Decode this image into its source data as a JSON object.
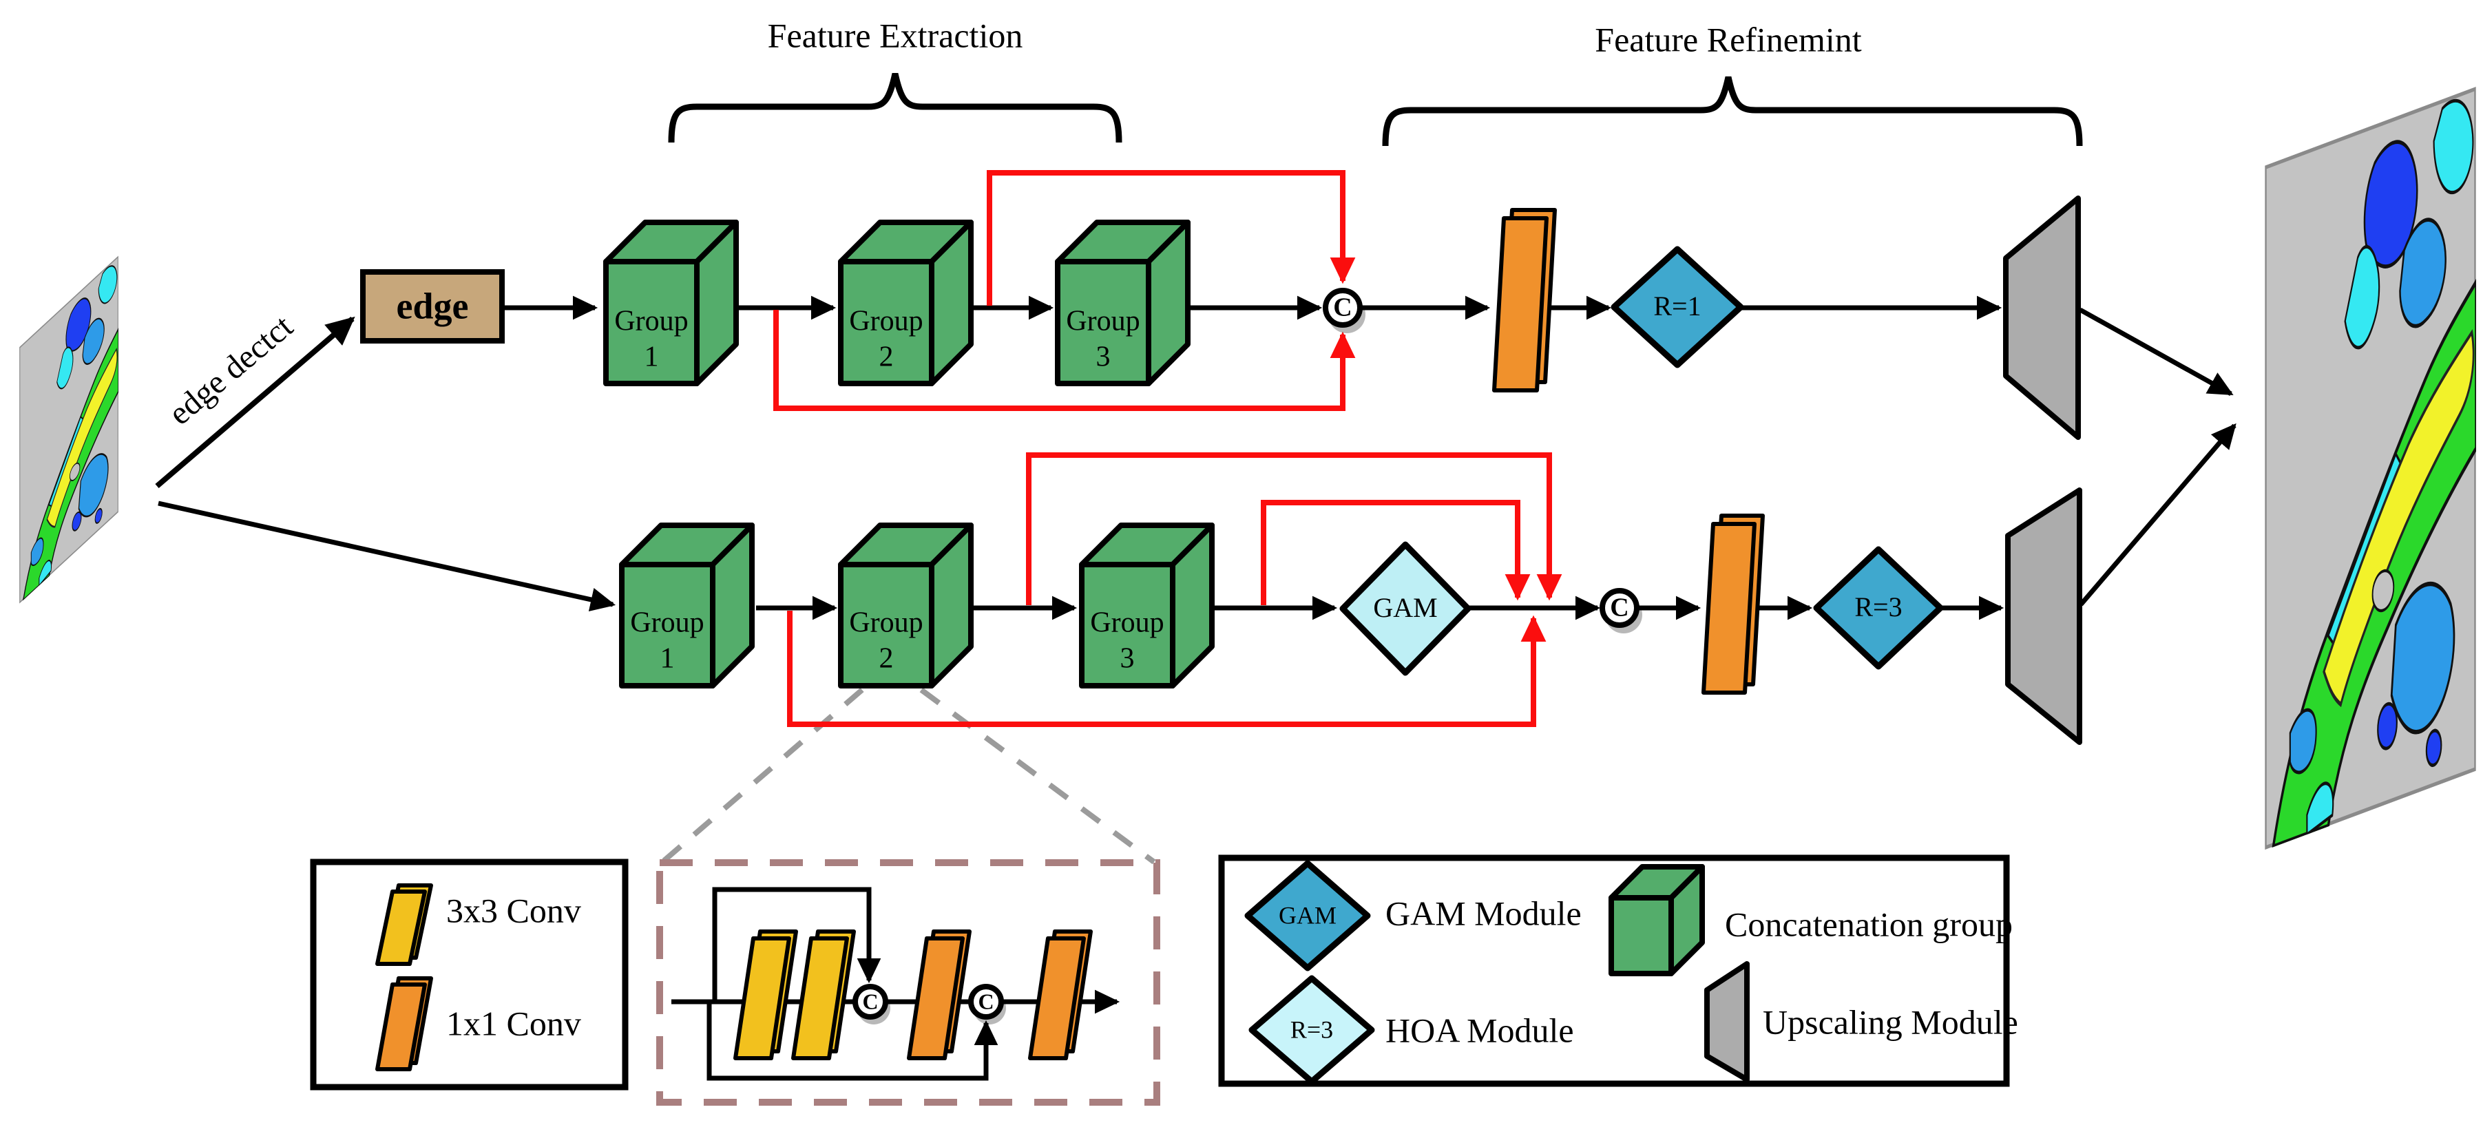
{
  "figure": {
    "type": "neural-network-architecture-diagram",
    "background": "#ffffff"
  },
  "braces": {
    "feature_extraction": "Feature Extraction",
    "feature_refinement": "Feature Refinemint"
  },
  "edge_branch": {
    "arrow_label": "edge dectct",
    "box_label": "edge"
  },
  "cube_word": "Group",
  "top_row": {
    "group_numbers": [
      "1",
      "2",
      "3"
    ],
    "concat_label": "C",
    "hoa_label": "R=1"
  },
  "bottom_row": {
    "group_numbers": [
      "1",
      "2",
      "3"
    ],
    "gam_label": "GAM",
    "concat_label": "C",
    "hoa_label": "R=3"
  },
  "group_detail": {
    "concat1_label": "C",
    "concat2_label": "C"
  },
  "legend_conv": {
    "items": [
      {
        "swatch": "yellow-conv-plate",
        "label": "3x3 Conv"
      },
      {
        "swatch": "orange-conv-plate",
        "label": "1x1 Conv"
      }
    ]
  },
  "legend_modules": {
    "gam_symbol": "GAM",
    "gam_label": "GAM Module",
    "hoa_symbol": "R=3",
    "hoa_label": "HOA Module",
    "concat_label": "Concatenation group",
    "upscale_label": "Upscaling Module"
  },
  "colors": {
    "cube_green": "#54ad6b",
    "conv_orange": "#f0912c",
    "conv_yellow": "#f2c11e",
    "hoa_blue": "#3fa8ce",
    "gam_cyan": "#beeff5",
    "hoa_legend_cyan": "#c8f4fa",
    "edge_tan": "#c7a77b",
    "skip_red": "#fb0e0e",
    "upscale_gray": "#acacac",
    "detail_dash_brown": "#a97f7f",
    "map_gray": "#c3c3c3",
    "map_green": "#2bd82b",
    "map_yellow": "#f2f22a",
    "map_blue": "#1f3ff2",
    "map_dodger": "#2e9be8",
    "map_cyan": "#35e8f2"
  }
}
